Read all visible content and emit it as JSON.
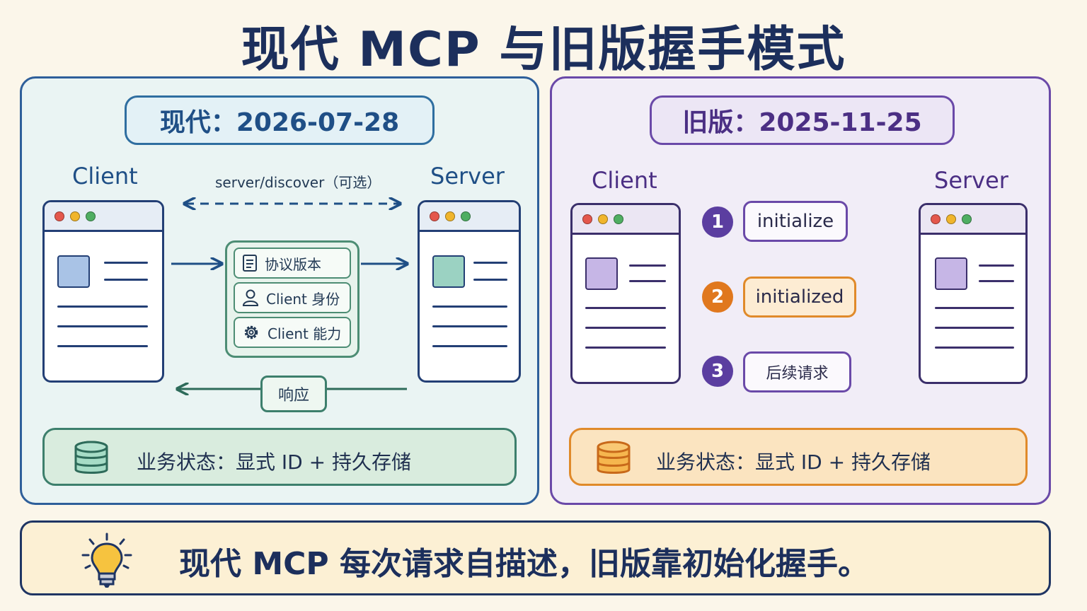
{
  "title": "现代 MCP 与旧版握手模式",
  "modern": {
    "version_label": "现代：2026-07-28",
    "client_label": "Client",
    "server_label": "Server",
    "discover_label": "server/discover（可选）",
    "capabilities": [
      {
        "icon": "document-icon",
        "label": "协议版本"
      },
      {
        "icon": "user-icon",
        "label": "Client 身份"
      },
      {
        "icon": "gear-icon",
        "label": "Client 能力"
      }
    ],
    "response_label": "响应",
    "state_label": "业务状态：显式 ID + 持久存储"
  },
  "legacy": {
    "version_label": "旧版：2025-11-25",
    "client_label": "Client",
    "server_label": "Server",
    "steps": [
      {
        "num": "1",
        "label": "initialize"
      },
      {
        "num": "2",
        "label": "initialized"
      },
      {
        "num": "3",
        "label": "后续请求"
      }
    ],
    "state_label": "业务状态：显式 ID + 持久存储"
  },
  "summary": "现代 MCP 每次请求自描述，旧版靠初始化握手。",
  "colors": {
    "modern_accent": "#2e5f9a",
    "legacy_accent": "#6a49a8",
    "step_orange": "#e0781e",
    "modern_state_bg": "#d9ecde",
    "legacy_state_bg": "#fbe4c0"
  }
}
